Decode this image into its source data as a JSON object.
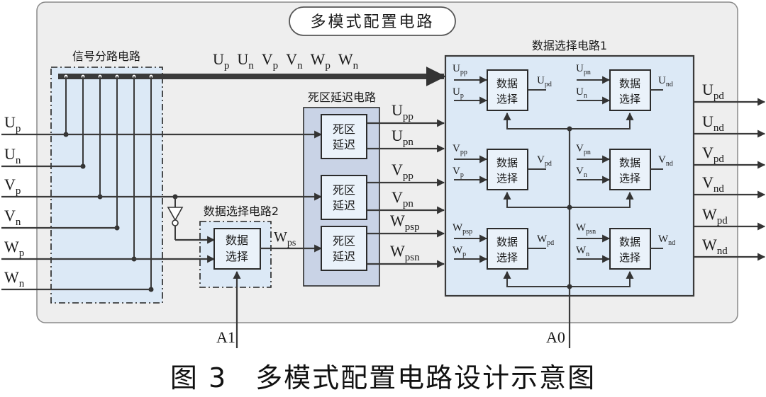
{
  "title": "多模式配置电路",
  "caption": "图 3　多模式配置电路设计示意图",
  "blocks": {
    "splitter": "信号分路电路",
    "deadzone": "死区延迟电路",
    "sel1": "数据选择电路1",
    "sel2": "数据选择电路2"
  },
  "dz_cell": [
    "死区",
    "延迟"
  ],
  "sel_cell": [
    "数据",
    "选择"
  ],
  "bus_label": "U_p  U_n  V_p  V_n  W_p  W_n",
  "inputs": [
    "U_p",
    "U_n",
    "V_p",
    "V_n",
    "W_p",
    "W_n"
  ],
  "dz_in_label": "W_ps",
  "dz_outputs": [
    "U_pp",
    "U_pn",
    "V_pp",
    "V_pn",
    "W_psp",
    "W_psn"
  ],
  "outputs": [
    "U_pd",
    "U_nd",
    "V_pd",
    "V_nd",
    "W_pd",
    "W_nd"
  ],
  "cells": [
    {
      "in1": "U_pp",
      "in2": "U_p",
      "out": "U_pd"
    },
    {
      "in1": "U_pn",
      "in2": "U_n",
      "out": "U_nd"
    },
    {
      "in1": "V_pp",
      "in2": "V_p",
      "out": "V_pd"
    },
    {
      "in1": "V_pn",
      "in2": "V_n",
      "out": "V_nd"
    },
    {
      "in1": "W_psp",
      "in2": "W_p",
      "out": "W_pd"
    },
    {
      "in1": "W_psn",
      "in2": "W_n",
      "out": "W_nd"
    }
  ],
  "controls": [
    "A1",
    "A0"
  ]
}
